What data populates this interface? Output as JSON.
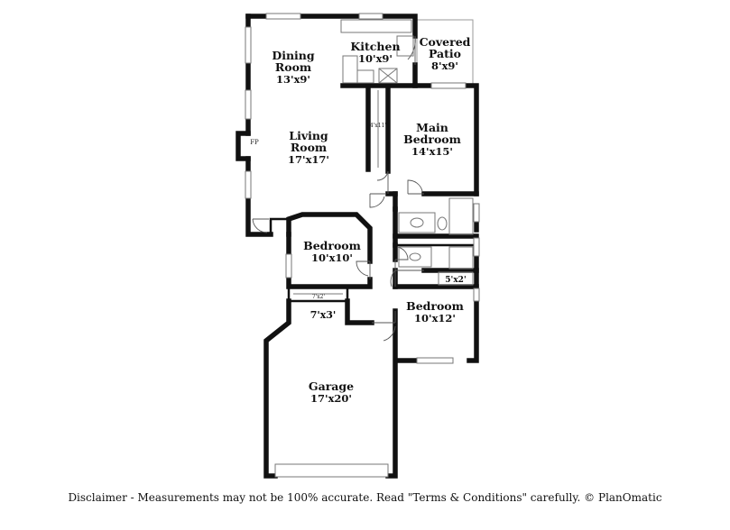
{
  "rooms": {
    "dining": {
      "name_line1": "Dining",
      "name_line2": "Room",
      "dims": "13'x9'"
    },
    "kitchen": {
      "name": "Kitchen",
      "dims": "10'x9'"
    },
    "patio": {
      "name_line1": "Covered",
      "name_line2": "Patio",
      "dims": "8'x9'"
    },
    "living": {
      "name_line1": "Living",
      "name_line2": "Room",
      "dims": "17'x17'"
    },
    "main_bedroom": {
      "name_line1": "Main",
      "name_line2": "Bedroom",
      "dims": "14'x15'"
    },
    "bedroom_2": {
      "name": "Bedroom",
      "dims": "10'x10'"
    },
    "bedroom_3": {
      "name": "Bedroom",
      "dims": "10'x12'"
    },
    "garage": {
      "name": "Garage",
      "dims": "17'x20'"
    }
  },
  "labels": {
    "fireplace": "FP",
    "closet_main": "4'x11'",
    "closet_hall": "7'x2'",
    "closet_small": "5'x2'",
    "laundry": "7'x3'"
  },
  "disclaimer": "Disclaimer - Measurements may not be 100% accurate. Read \"Terms & Conditions\" carefully. © PlanOmatic"
}
